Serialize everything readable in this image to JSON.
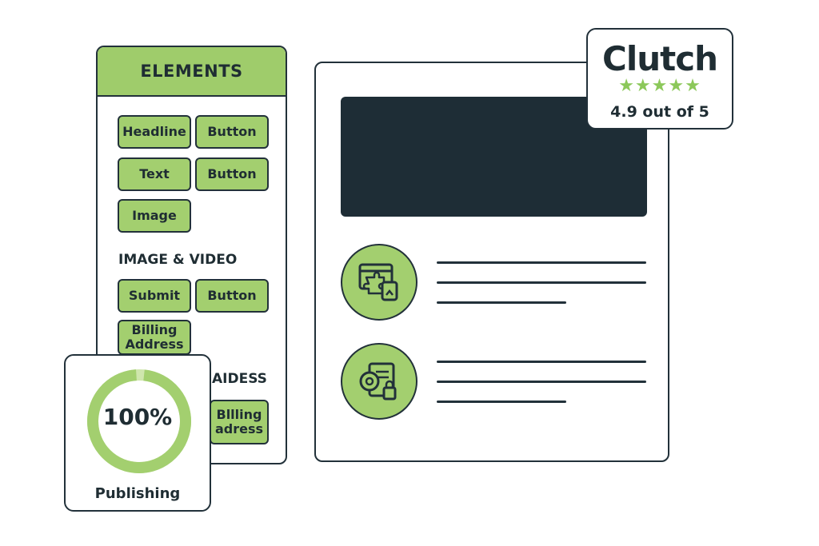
{
  "panel": {
    "title": "ELEMENTS",
    "chips": {
      "headline": "Headline",
      "button_1": "Button",
      "text": "Text",
      "button_2": "Button",
      "image": "Image",
      "submit": "Submit",
      "button_3": "Button",
      "billing_address": "Billing Address",
      "billing_adress": "Bllling adress"
    },
    "sections": {
      "image_video": "IMAGE & VIDEO",
      "address": "AIDESS"
    }
  },
  "badge": {
    "logo": "Clutch",
    "stars": "★★★★★",
    "rating": "4.9 out of 5",
    "star_color": "#8cc85a"
  },
  "publishing": {
    "percent_text": "100%",
    "label": "Publishing",
    "progress": 1.0
  },
  "colors": {
    "accent_green": "#a3cf6f",
    "dark": "#1e2d36",
    "outline": "#22313a"
  }
}
